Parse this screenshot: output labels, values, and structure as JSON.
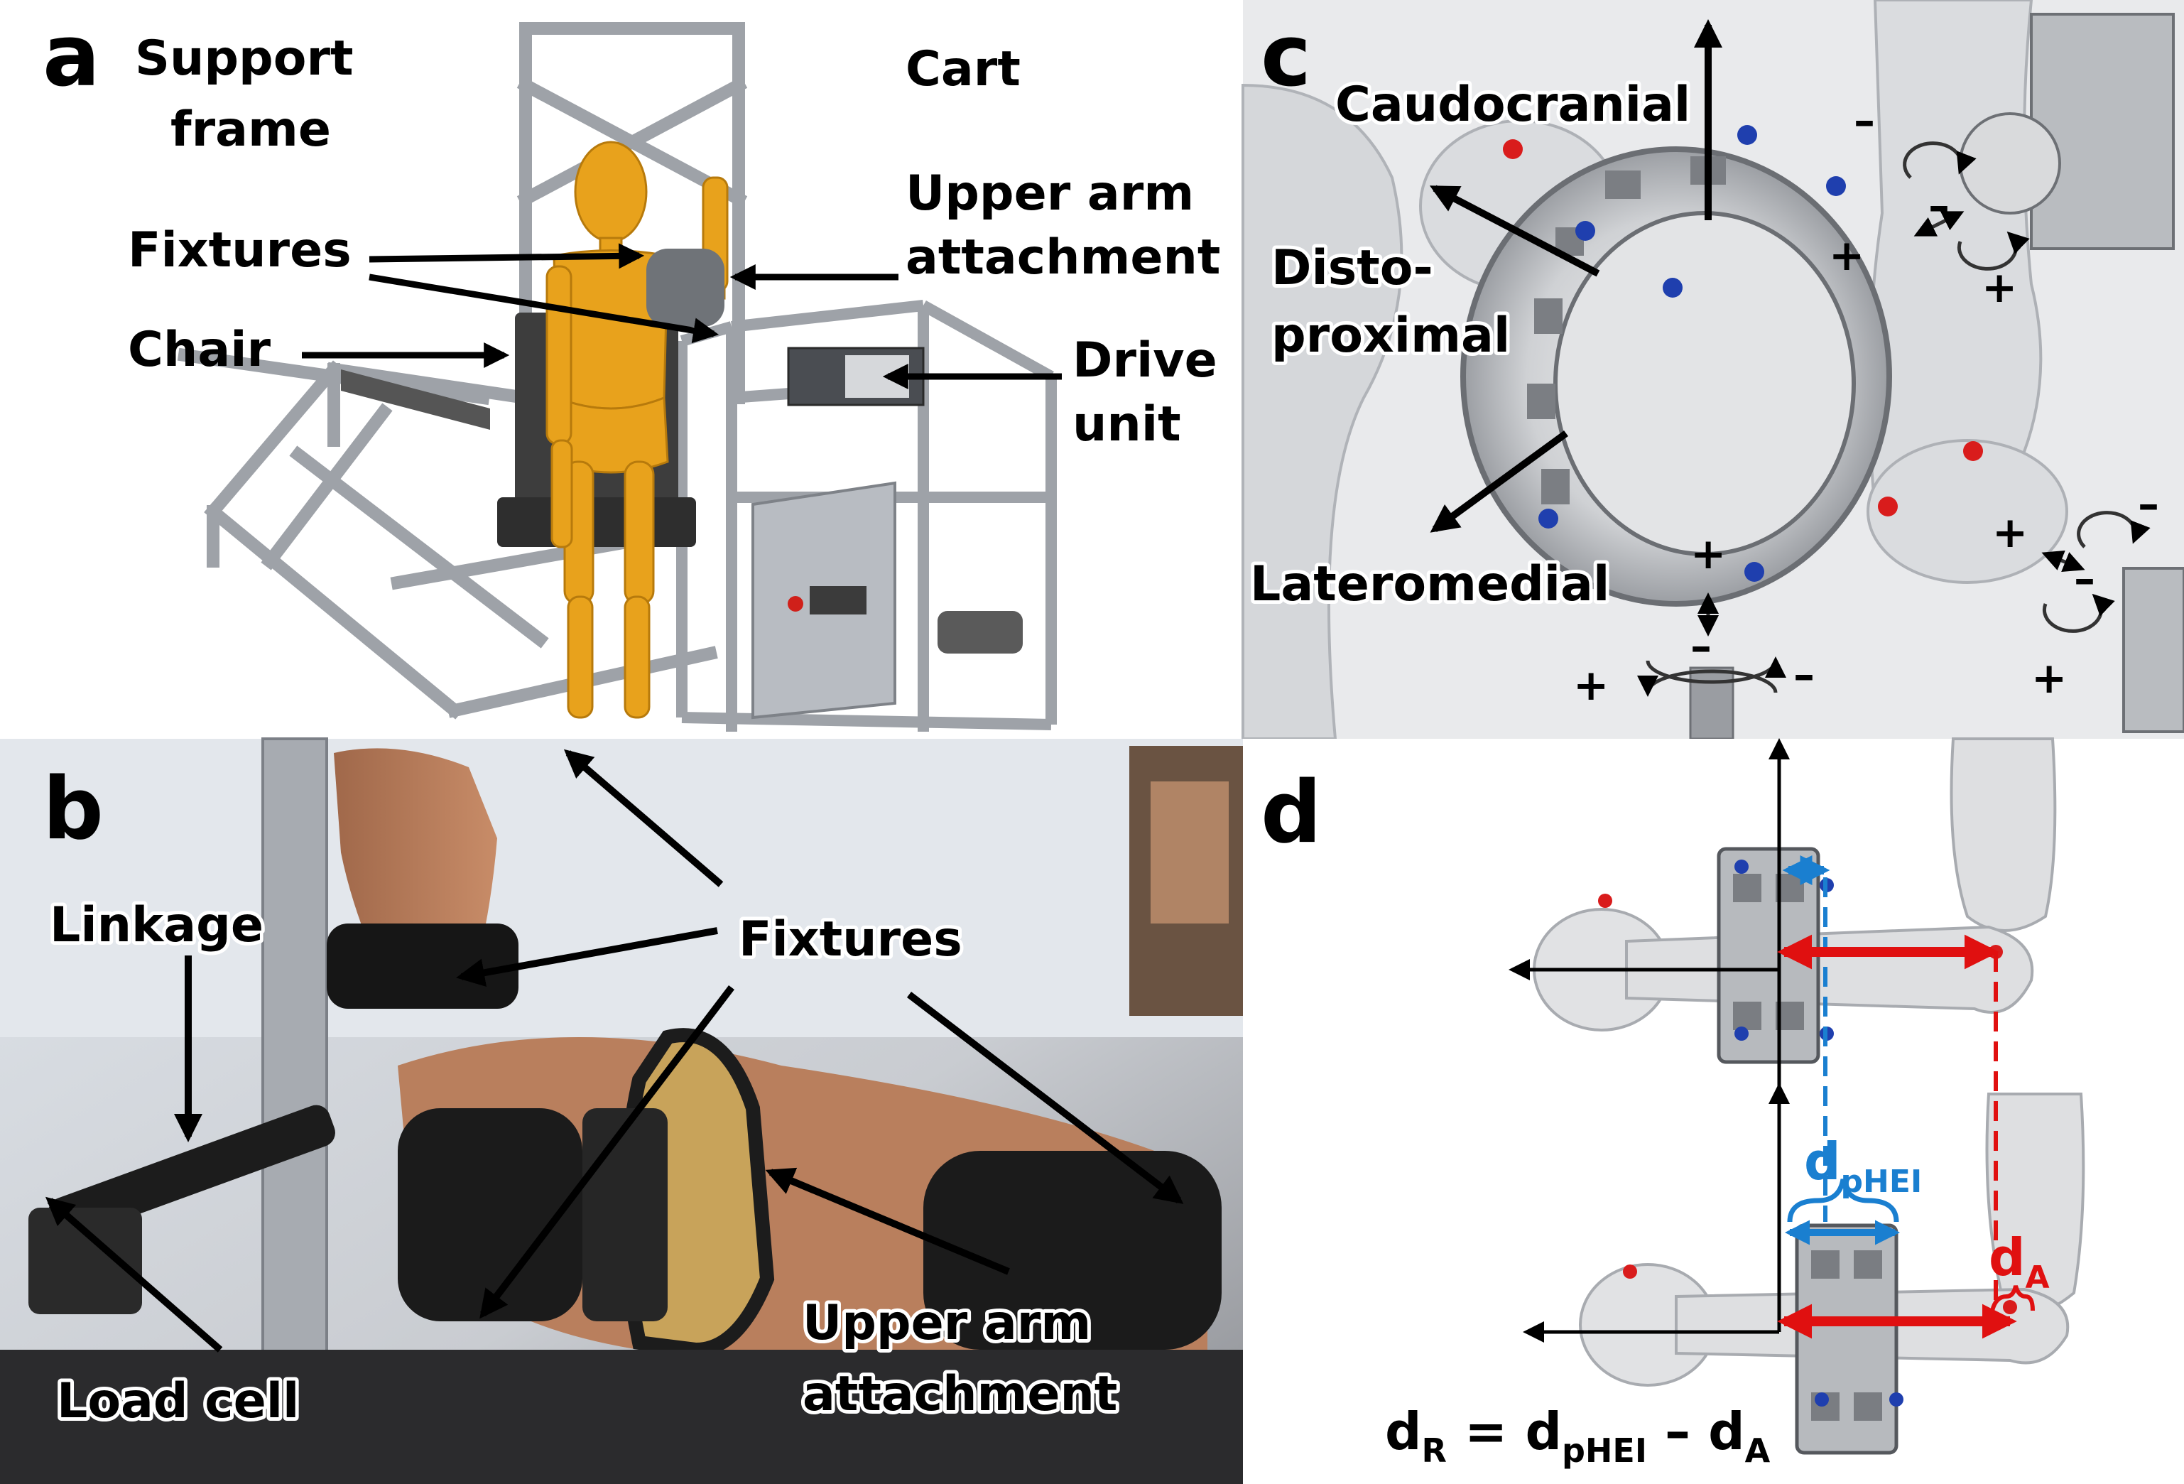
{
  "panels": {
    "a": {
      "letter": "a",
      "labels": {
        "support_frame_1": "Support",
        "support_frame_2": "frame",
        "cart": "Cart",
        "fixtures": "Fixtures",
        "upper_arm_1": "Upper arm",
        "upper_arm_2": "attachment",
        "chair": "Chair",
        "drive_1": "Drive",
        "drive_2": "unit"
      }
    },
    "b": {
      "letter": "b",
      "labels": {
        "linkage": "Linkage",
        "fixtures": "Fixtures",
        "load_cell": "Load cell",
        "upper_arm_1": "Upper arm",
        "upper_arm_2": "attachment"
      }
    },
    "c": {
      "letter": "c",
      "labels": {
        "caudocranial": "Caudocranial",
        "disto_1": "Disto-",
        "disto_2": "proximal",
        "lateromedial": "Lateromedial"
      },
      "signs": {
        "plus": "+",
        "minus": "–"
      }
    },
    "d": {
      "letter": "d",
      "d_phei_main": "d",
      "d_phei_sub": "pHEI",
      "d_a_main": "d",
      "d_a_sub": "A",
      "formula": {
        "d1": "d",
        "s1": "R",
        "eq": " = ",
        "d2": "d",
        "s2": "pHEI",
        "minus": " – ",
        "d3": "d",
        "s3": "A"
      }
    }
  },
  "colors": {
    "blue_dim": "#1a7fd0",
    "red_dim": "#e01010",
    "mannequin": "#e8a21c",
    "frame": "#a9adb3"
  }
}
